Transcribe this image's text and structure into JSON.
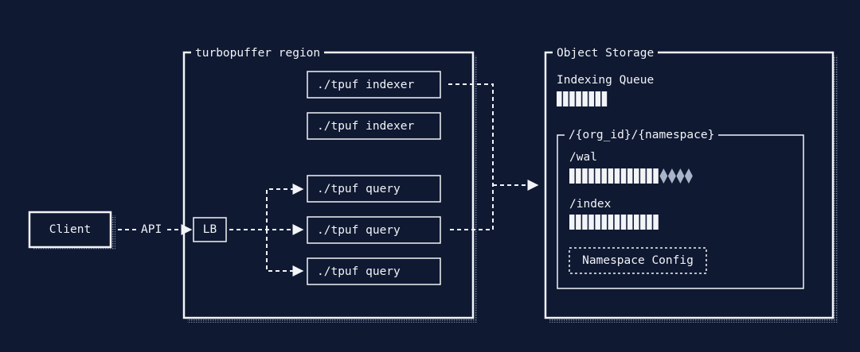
{
  "client": {
    "label": "Client"
  },
  "api": {
    "label": "API"
  },
  "lb": {
    "label": "LB"
  },
  "region": {
    "title": "turbopuffer region",
    "indexers": [
      "./tpuf indexer",
      "./tpuf indexer"
    ],
    "queries": [
      "./tpuf query",
      "./tpuf query",
      "./tpuf query"
    ]
  },
  "storage": {
    "title": "Object Storage",
    "indexing_queue": {
      "label": "Indexing Queue",
      "blocks": 8
    },
    "namespace_group": {
      "title": "/{org_id}/{namespace}",
      "wal": {
        "label": "/wal",
        "blocks": 14,
        "pending": 4
      },
      "index": {
        "label": "/index",
        "blocks": 14
      },
      "config": {
        "label": "Namespace Config"
      }
    }
  },
  "colors": {
    "background": "#0f1932",
    "foreground": "#f2f4f8",
    "pending": "#a9b4c8"
  }
}
